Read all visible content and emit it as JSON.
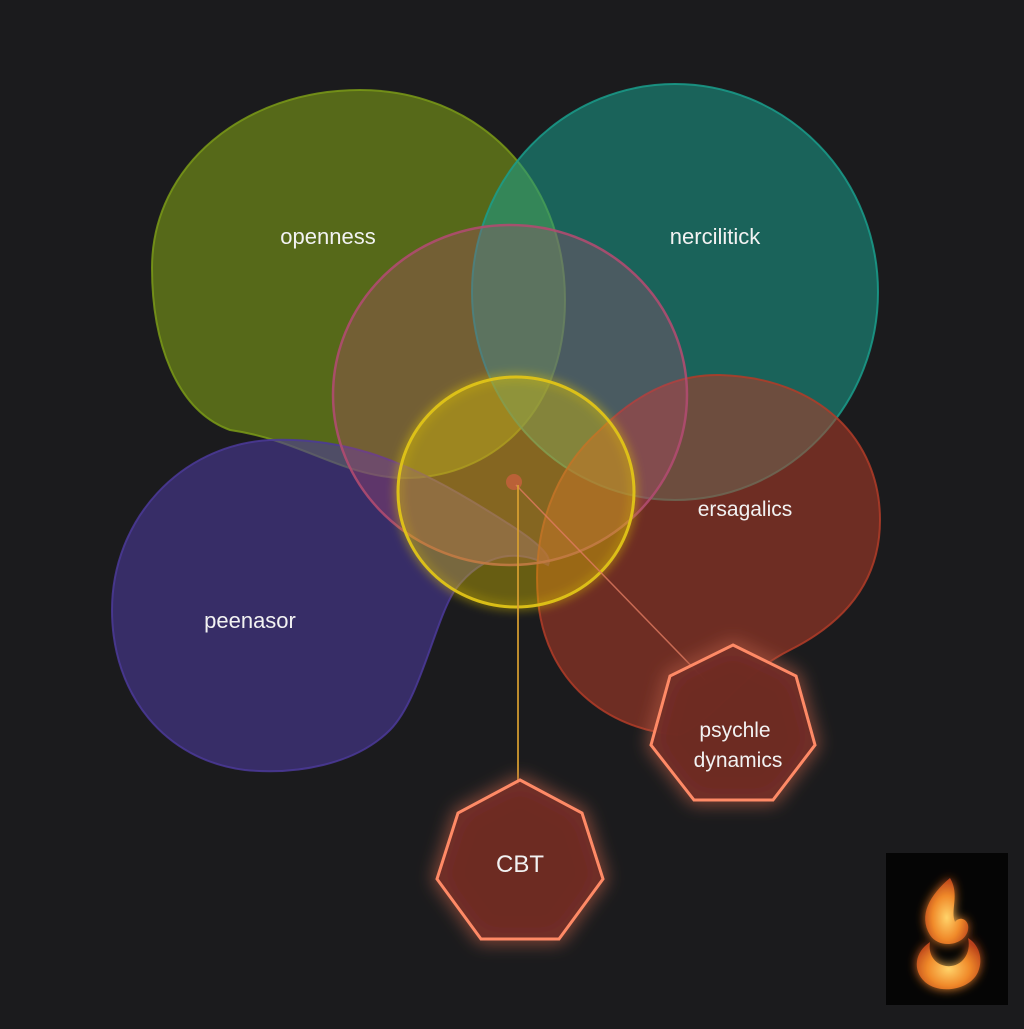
{
  "diagram": {
    "background": "#1b1b1d",
    "regions": {
      "openness": {
        "label": "openness",
        "color": "#7a9a17"
      },
      "top_right": {
        "label": "nercilitick",
        "color": "#1a9e8c"
      },
      "bottom_left": {
        "label": "peenasor",
        "color": "#4b3a99"
      },
      "right": {
        "label": "ersagalics",
        "color": "#b23c28"
      },
      "middle": {
        "label": "",
        "color": "#b04b70"
      },
      "core": {
        "label": "",
        "color": "#e0c418"
      }
    },
    "nodes": {
      "psychodynamics": {
        "line1": "psychle",
        "line2": "dynamics",
        "color": "#ff8a66"
      },
      "cbt": {
        "label": "CBT",
        "color": "#ff8a66"
      }
    },
    "logo": {
      "icon": "flame-icon",
      "color": "#f08a2a"
    }
  }
}
